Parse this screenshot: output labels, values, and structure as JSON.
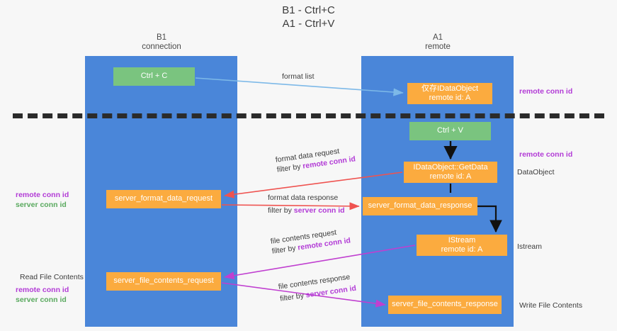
{
  "title": {
    "line1": "B1 - Ctrl+C",
    "line2": "A1 - Ctrl+V"
  },
  "lanes": [
    {
      "id": "b1",
      "title": "B1",
      "subtitle": "connection",
      "color": "#4a86d9"
    },
    {
      "id": "a1",
      "title": "A1",
      "subtitle": "remote",
      "color": "#4a86d9"
    }
  ],
  "nodes": {
    "ctrl_c": {
      "label": "Ctrl + C",
      "color": "#7ac47f"
    },
    "data_object": {
      "line1": "仅存IDataObject",
      "line2": "remote id: A",
      "color": "#fbab3f"
    },
    "ctrl_v": {
      "label": "Ctrl + V",
      "color": "#7ac47f"
    },
    "get_data": {
      "line1": "IDataObject::GetData",
      "line2": "remote id: A",
      "color": "#fbab3f"
    },
    "fmt_req": {
      "label": "server_format_data_request",
      "color": "#fbab3f"
    },
    "fmt_resp": {
      "label": "server_format_data_response",
      "color": "#fbab3f"
    },
    "istream": {
      "line1": "IStream",
      "line2": "remote id: A",
      "color": "#fbab3f"
    },
    "file_req": {
      "label": "server_file_contents_request",
      "color": "#fbab3f"
    },
    "file_resp": {
      "label": "server_file_contents_response",
      "color": "#fbab3f"
    }
  },
  "edges": {
    "format_list": {
      "line1": "format list"
    },
    "format_data_req": {
      "line1": "format data request",
      "filter_prefix": "filter by ",
      "filter_key": "remote conn id"
    },
    "format_data_resp": {
      "line1": "format data response",
      "filter_prefix": "filter by ",
      "filter_key": "server conn id"
    },
    "file_contents_req": {
      "line1": "file contents request",
      "filter_prefix": "filter by ",
      "filter_key": "remote conn id"
    },
    "file_contents_resp": {
      "line1": "file contents response",
      "filter_prefix": "filter by ",
      "filter_key": "server conn id"
    }
  },
  "annotations": {
    "right_remote_1": "remote conn id",
    "right_remote_2": "remote conn id",
    "right_dataobject": "DataObject",
    "right_istream": "Istream",
    "right_write_file": "Write File Contents",
    "left_remote": "remote conn id",
    "left_server": "server conn id",
    "left_read_file": "Read File Contents",
    "left_remote_2": "remote conn id",
    "left_server_2": "server conn id"
  },
  "colors": {
    "lane": "#4a86d9",
    "green_node": "#7ac47f",
    "orange_node": "#fbab3f",
    "purple_text": "#b23bd6",
    "green_text": "#59a95e",
    "blue_arrow": "#7db9e8",
    "red_arrow": "#ef5350",
    "black_arrow": "#111111",
    "magenta_arrow": "#c03fd0",
    "divider": "#2b2b2b"
  }
}
